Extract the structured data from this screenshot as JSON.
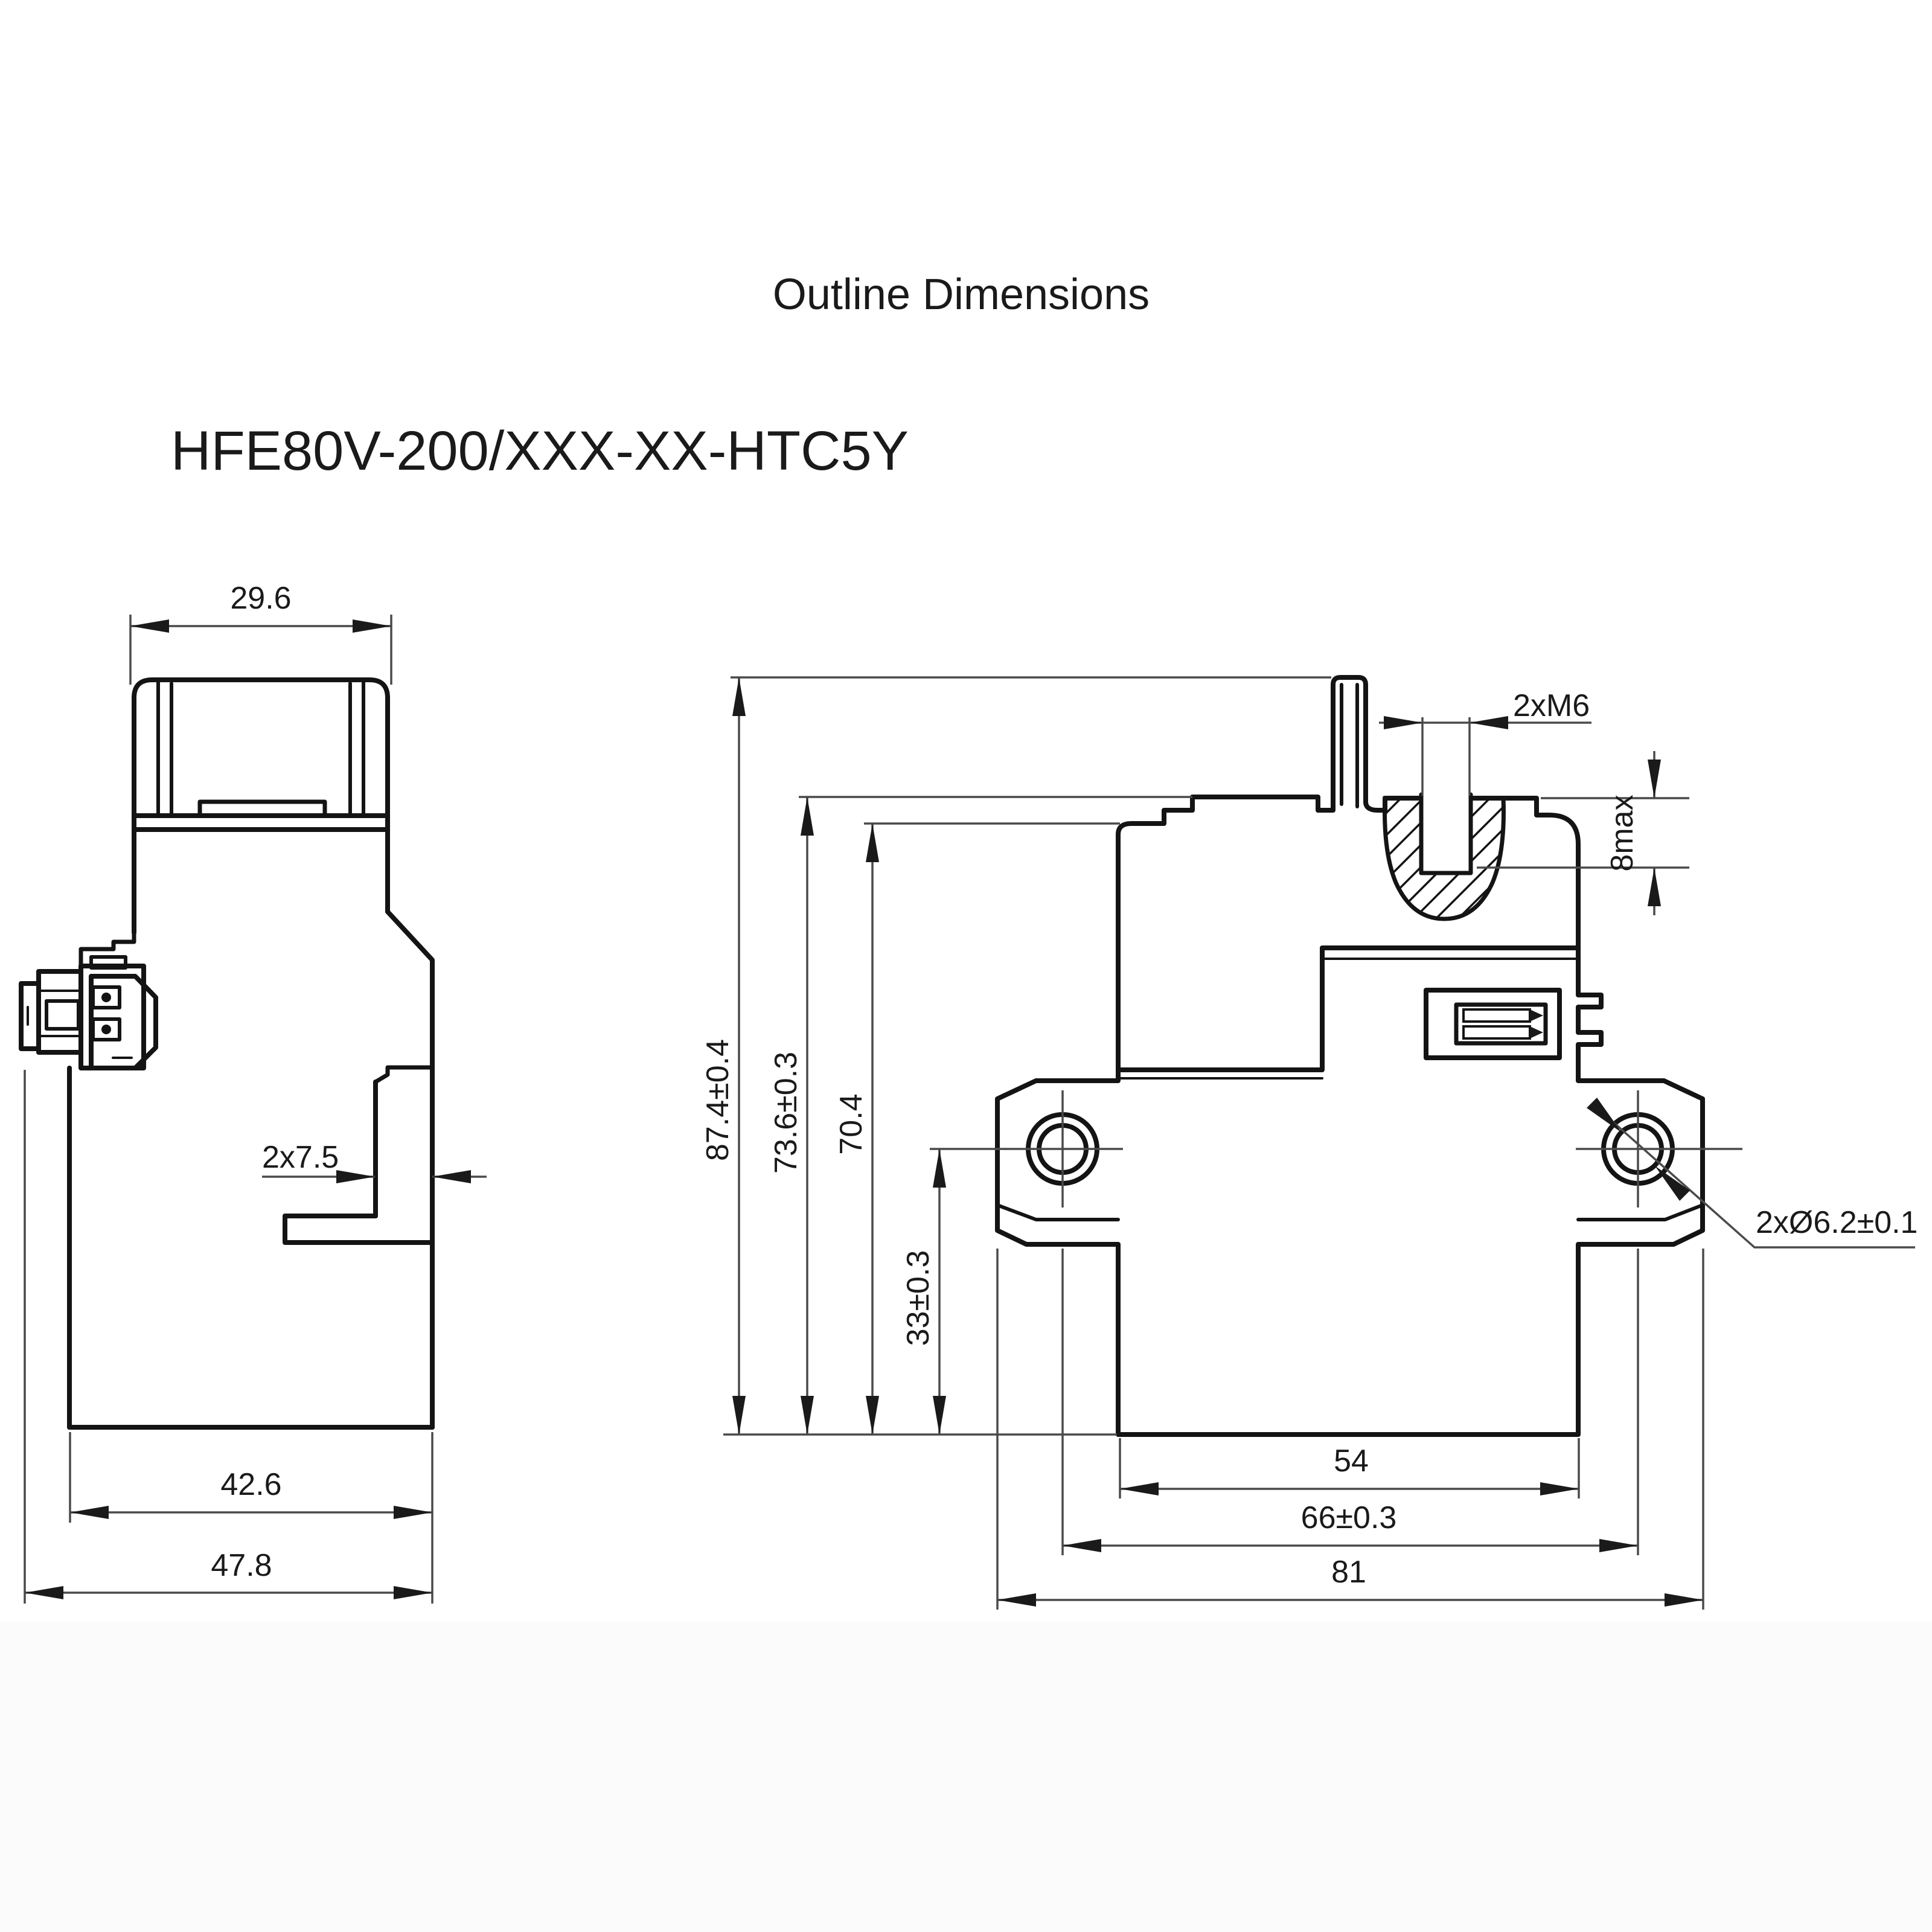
{
  "title": "Outline Dimensions",
  "part_number": "HFE80V-200/XXX-XX-HTC5Y",
  "colors": {
    "background": "#ffffff",
    "outline": "#141414",
    "dimension_lines": "#4a4a4a",
    "text": "#1a1a1a"
  },
  "left_view": {
    "description": "side view of relay with coil connector and mounting bracket",
    "dims": {
      "cap_width": "29.6",
      "bracket_thickness": "2x7.5",
      "body_width": "42.6",
      "overall_width": "47.8"
    }
  },
  "right_view": {
    "description": "front view of relay with busbar tab, M6 terminal insert, socket and mounting ears",
    "dims": {
      "overall_height": "87.4±0.4",
      "cover_height": "73.6±0.3",
      "housing_height": "70.4",
      "hole_center_height": "33±0.3",
      "body_width": "54",
      "hole_spacing": "66±0.3",
      "overall_width": "81",
      "terminal_thread": "2xM6",
      "thread_depth": "8max",
      "mounting_holes": "2xØ6.2±0.1"
    }
  }
}
